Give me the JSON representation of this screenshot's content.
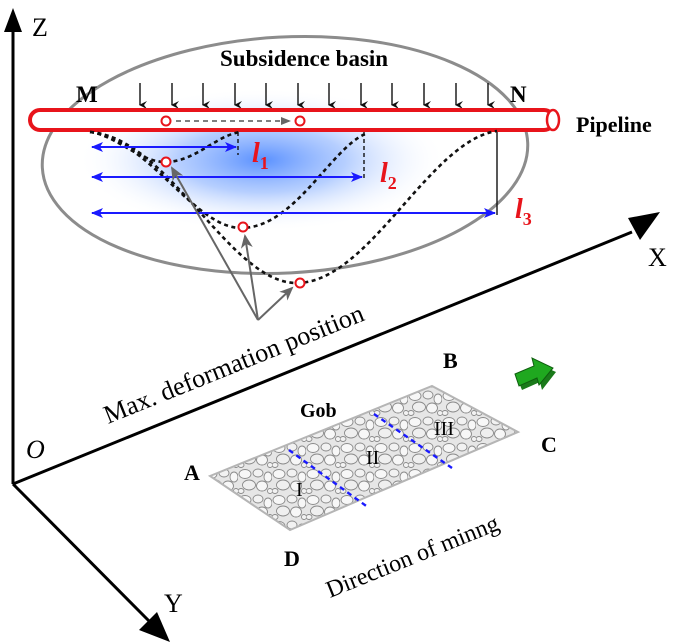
{
  "axes": {
    "z_label": "Z",
    "x_label": "X",
    "y_label": "Y",
    "origin_label": "O"
  },
  "basin": {
    "title": "Subsidence basin"
  },
  "pipeline": {
    "label": "Pipeline",
    "end_m": "M",
    "end_n": "N",
    "color": "#e8141b"
  },
  "lengths": {
    "l1_letter": "l",
    "l1_sub": "1",
    "l2_letter": "l",
    "l2_sub": "2",
    "l3_letter": "l",
    "l3_sub": "3",
    "color": "#e8141b",
    "arrow_color": "#1a1aff"
  },
  "annotations": {
    "max_deformation": "Max. deformation position"
  },
  "gob": {
    "label": "Gob",
    "corner_a": "A",
    "corner_b": "B",
    "corner_c": "C",
    "corner_d": "D",
    "zone_1": "I",
    "zone_2": "II",
    "zone_3": "III",
    "direction": "Direction of minng",
    "direction_arrow_color": "#1fa81f"
  }
}
